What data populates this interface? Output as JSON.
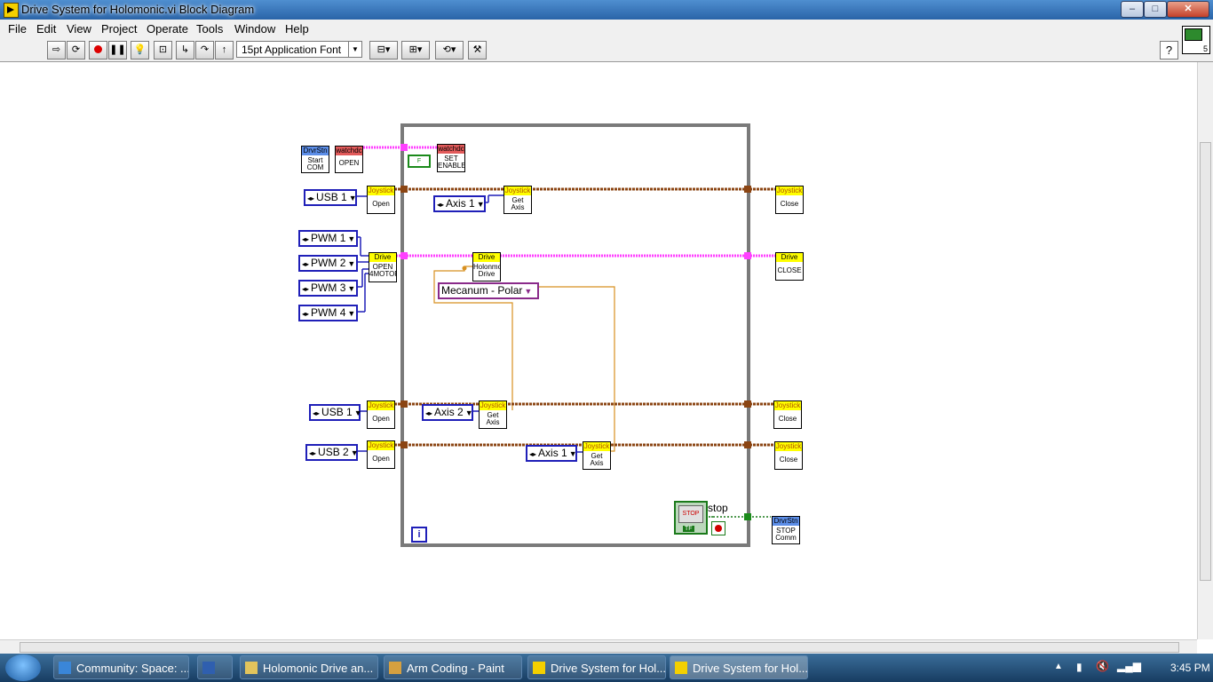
{
  "window": {
    "title": "Drive System for Holomonic.vi Block Diagram",
    "minimize": "–",
    "maximize": "□",
    "close": "✕"
  },
  "menu": [
    "File",
    "Edit",
    "View",
    "Project",
    "Operate",
    "Tools",
    "Window",
    "Help"
  ],
  "toolbar": {
    "font": "15pt Application Font",
    "help": "?",
    "vi_icon_number": "5"
  },
  "diagram": {
    "start_node": {
      "header": "DrvrStn",
      "body1": "Start",
      "body2": "COM"
    },
    "watchdog_open": {
      "header": "watchdc",
      "body": "OPEN"
    },
    "watchdog_set": {
      "header": "watchdc",
      "body1": "SET",
      "body2": "ENABLE"
    },
    "false_const": "F",
    "usb1_top": "USB 1",
    "usb1_bottom": "USB 1",
    "usb2": "USB 2",
    "pwm": [
      "PWM 1",
      "PWM 2",
      "PWM 3",
      "PWM 4"
    ],
    "joystick_header": "Joystick",
    "open_label": "Open",
    "close_label": "Close",
    "get_axis1": "Get",
    "get_axis2": "Axis",
    "drive_header": "Drive",
    "drive_open1": "OPEN",
    "drive_open2": "4MOTOR",
    "drive_close": "CLOSE",
    "holo1": "Holonmo",
    "holo2": "Drive",
    "axis1_top": "Axis 1",
    "axis2": "Axis 2",
    "axis1_bottom": "Axis 1",
    "mecanum": "Mecanum - Polar",
    "stop_label": "stop",
    "stop_btn": "STOP",
    "stop_tf": "TF",
    "iteration": "i",
    "stop_node": {
      "header": "DrvrStn",
      "body1": "STOP",
      "body2": "Comm"
    }
  },
  "taskbar": {
    "items": [
      "Community: Space: ...",
      "",
      "Holomonic Drive an...",
      "Arm Coding - Paint",
      "Drive System for Hol...",
      "Drive System for Hol..."
    ],
    "clock": "3:45 PM"
  },
  "colors": {
    "refnum_wire": "#8b4513",
    "drive_wire": "#ff40ff",
    "enum_wire": "#d89020",
    "control_border": "#1f1fb8",
    "loop": "#7a7a7a"
  }
}
